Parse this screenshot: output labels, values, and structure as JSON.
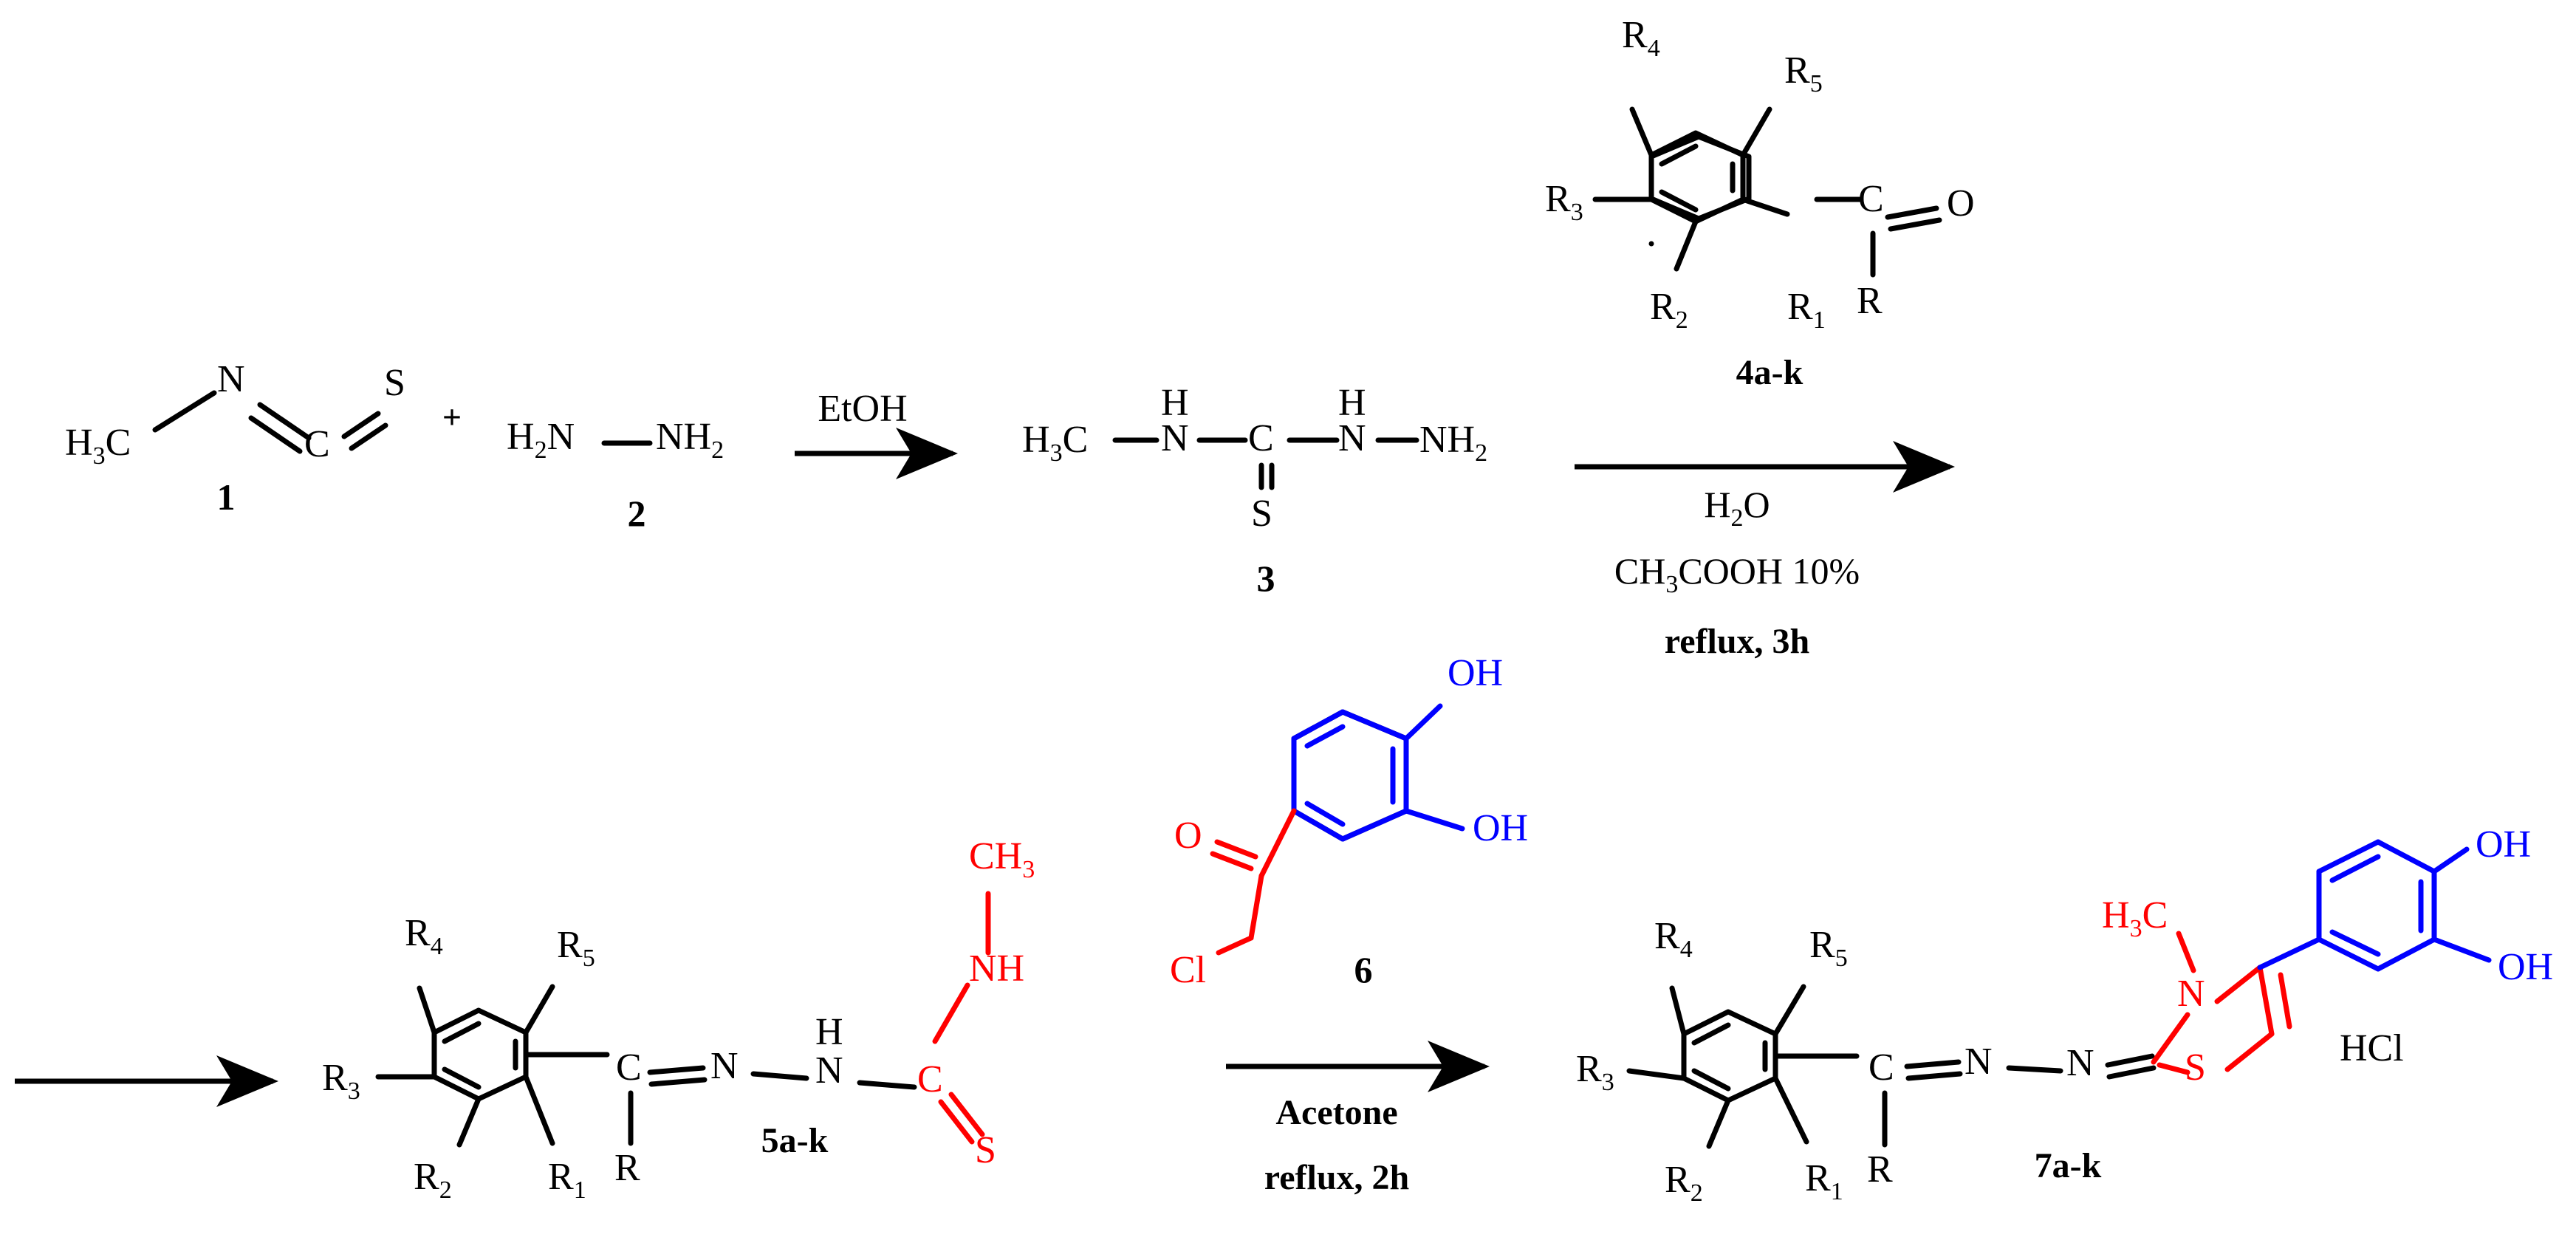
{
  "plus": "+",
  "reagent1": {
    "n": "N",
    "c": "C",
    "s": "S",
    "h": "H",
    "three": "3",
    "cc": "C",
    "number": "1"
  },
  "reagent2": {
    "h2n_h": "H",
    "h2n_2": "2",
    "h2n_n": "N",
    "nh2_n": "NH",
    "nh2_2": "2",
    "number": "2"
  },
  "step1": {
    "label": "EtOH"
  },
  "compound3": {
    "h": "H",
    "three": "3",
    "c1": "C",
    "n1": "N",
    "h1": "H",
    "c2": "C",
    "s": "S",
    "n2": "N",
    "h2": "H",
    "nh": "NH",
    "two": "2",
    "number": "3"
  },
  "aldehyde4": {
    "r": "R",
    "r1": "1",
    "r2": "2",
    "r3": "3",
    "r4": "4",
    "r5": "5",
    "c": "C",
    "o": "O",
    "rr": "R",
    "number": "4a-k"
  },
  "step2": {
    "h2o_h": "H",
    "h2o_2": "2",
    "h2o_o": "O",
    "acid_ch": "CH",
    "acid_3": "3",
    "acid_rest": "COOH 10%",
    "cond": "reflux, 3h"
  },
  "compound5": {
    "c": "C",
    "n1": "N",
    "n2": "N",
    "h": "H",
    "cs": "C",
    "s": "S",
    "nh": "NH",
    "ch": "CH",
    "three": "3",
    "rr": "R",
    "number": "5a-k"
  },
  "compound6": {
    "oh1": "OH",
    "oh2": "OH",
    "o": "O",
    "cl": "Cl",
    "number": "6"
  },
  "step3": {
    "solvent": "Acetone",
    "cond": "reflux, 2h"
  },
  "compound7": {
    "c": "C",
    "n1": "N",
    "n2": "N",
    "h3c_h": "H",
    "h3c_3": "3",
    "h3c_c": "C",
    "nr": "N",
    "sr": "S",
    "oh1": "OH",
    "oh2": "OH",
    "salt": "HCl",
    "rr": "R",
    "number": "7a-k"
  },
  "colors": {
    "highlight_red": "#ff0000",
    "highlight_blue": "#0000ff",
    "ink": "#000000"
  }
}
